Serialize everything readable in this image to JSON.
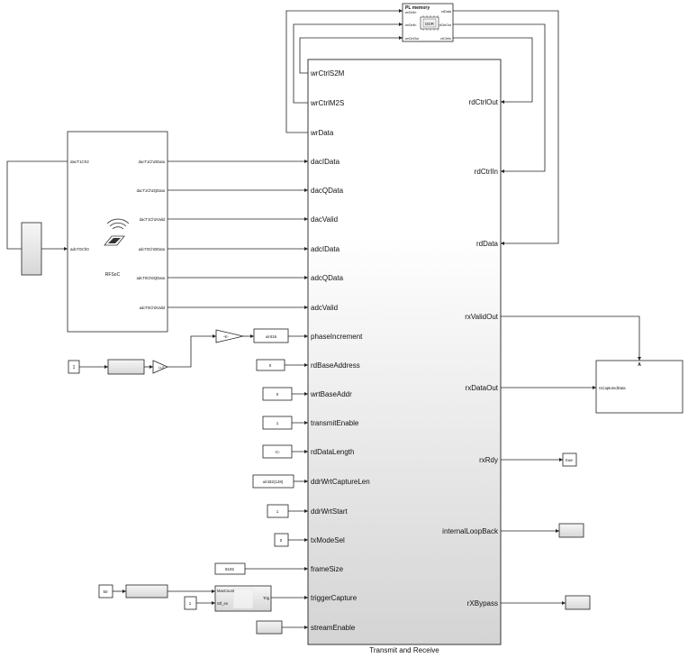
{
  "main_block": {
    "name": "Transmit and Receive",
    "inputs": [
      "wrCtrlS2M",
      "wrCtrlM2S",
      "wrData",
      "dacIData",
      "dacQData",
      "dacValid",
      "adcIData",
      "adcQData",
      "adcValid",
      "phaseIncrement",
      "rdBaseAddress",
      "wrtBaseAddr",
      "transmitEnable",
      "rdDataLength",
      "ddrWrtCaptureLen",
      "ddrWrtStart",
      "txModeSel",
      "frameSize",
      "triggerCapture",
      "streamEnable"
    ],
    "outputs": [
      "rdCtrlOut",
      "rdCtrlIn",
      "rdData",
      "rxValidOut",
      "rxDataOut",
      "rxRdy",
      "internalLoopBack",
      "rXBypass"
    ]
  },
  "pl_memory": {
    "title": "PL memory",
    "chip_label": "DDR",
    "inputs": [
      "wrCtrlIn",
      "wrCtrlIn",
      "wrCtrlOut"
    ],
    "outputs": [
      "rdData",
      "rdCtrlOut",
      "rdCtrlIn"
    ]
  },
  "rfsoc": {
    "name": "RFSoC",
    "inputs": [
      "dacT1Ch2",
      "adcT0Ch0"
    ],
    "outputs": [
      "dacT1Ch2IData",
      "dacT1Ch2QData",
      "dacT1Ch2Valid",
      "adcT0Ch0IData",
      "adcT0Ch0QData",
      "adcT0Ch0Valid"
    ]
  },
  "constants": {
    "rd_base_address": "0",
    "wrt_base_addr": "0",
    "transmit_enable": "1",
    "rd_data_length": "-C-",
    "ddr_wrt_capture_len": "uint32(128)",
    "ddr_wrt_start": "1",
    "tx_mode_sel": "0",
    "frame_size": "8192",
    "phase_convert": "uint16",
    "gain": "-K-",
    "phase_src": "1",
    "lut": "LUT",
    "counter_src": "50",
    "counter_en": "1",
    "rx_rdy_display": "true"
  },
  "counter": {
    "in1": "MaxCount",
    "in2": "Stf_en",
    "out": "Trig"
  },
  "capture": {
    "letter": "A",
    "port": "rxCapturedData"
  }
}
